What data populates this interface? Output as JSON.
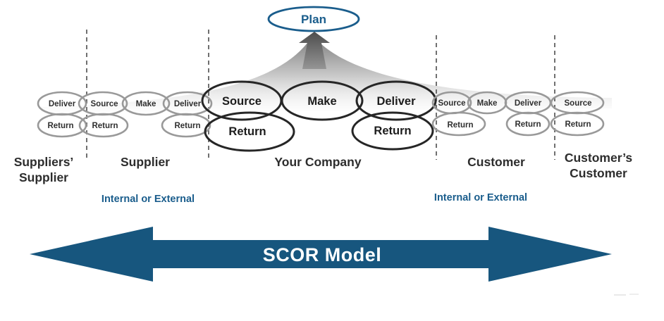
{
  "colors": {
    "accent_blue": "#1a5d8c",
    "arrow_blue": "#17567e",
    "gray_stroke": "#999999",
    "black_stroke": "#262626"
  },
  "plan": {
    "label": "Plan"
  },
  "chain": {
    "left": {
      "top": [
        {
          "label": "Deliver"
        },
        {
          "label": "Source"
        },
        {
          "label": "Make"
        },
        {
          "label": "Deliver"
        }
      ],
      "bottom": [
        {
          "label": "Return"
        },
        {
          "label": "Return"
        },
        {
          "label": "Return"
        }
      ]
    },
    "center": {
      "top": [
        {
          "label": "Source"
        },
        {
          "label": "Make"
        },
        {
          "label": "Deliver"
        }
      ],
      "bottom": [
        {
          "label": "Return"
        },
        {
          "label": "Return"
        }
      ]
    },
    "right": {
      "top": [
        {
          "label": "Source"
        },
        {
          "label": "Make"
        },
        {
          "label": "Deliver"
        },
        {
          "label": "Source"
        }
      ],
      "bottom": [
        {
          "label": "Return"
        },
        {
          "label": "Return"
        },
        {
          "label": "Return"
        }
      ]
    }
  },
  "section_labels": {
    "suppliers_supplier_line1": "Suppliers’",
    "suppliers_supplier_line2": "Supplier",
    "supplier": "Supplier",
    "your_company": "Your Company",
    "customer": "Customer",
    "customers_customer_line1": "Customer’s",
    "customers_customer_line2": "Customer"
  },
  "internal_external_left": "Internal or External",
  "internal_external_right": "Internal or External",
  "scor": {
    "label": "SCOR Model"
  }
}
